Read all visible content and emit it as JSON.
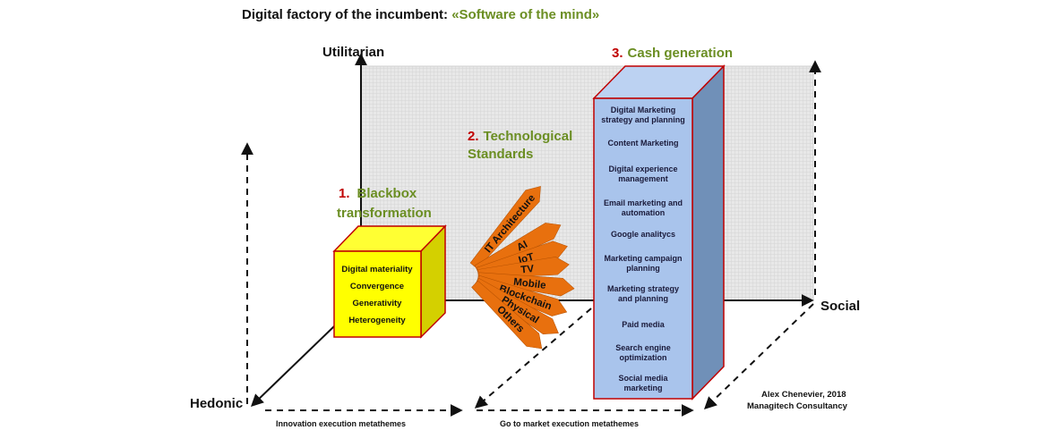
{
  "title": {
    "prefix": "Digital factory of the incumbent: ",
    "highlight": "«Software of the mind»"
  },
  "axes": {
    "vertical": "Utilitarian",
    "horizontal": "Social",
    "left": "Hedonic"
  },
  "section1": {
    "number": "1.",
    "title_line1": "Blackbox",
    "title_line2": "transformation",
    "items": [
      "Digital materiality",
      "Convergence",
      "Generativity",
      "Heterogeneity"
    ]
  },
  "section2": {
    "number": "2.",
    "title_line1": "Technological",
    "title_line2": "Standards",
    "rays": [
      "IT Architecture",
      "AI",
      "IoT",
      "TV",
      "Mobile",
      "Blockchain",
      "Physical",
      "Others"
    ]
  },
  "section3": {
    "number": "3.",
    "title": "Cash generation",
    "items": [
      [
        "Digital Marketing",
        "strategy and planning"
      ],
      [
        "Content Marketing"
      ],
      [
        "Digital experience",
        "management"
      ],
      [
        "Email marketing and",
        "automation"
      ],
      [
        "Google analitycs"
      ],
      [
        "Marketing campaign",
        "planning"
      ],
      [
        "Marketing strategy",
        "and planning"
      ],
      [
        "Paid media"
      ],
      [
        "Search engine",
        "optimization"
      ],
      [
        "Social media",
        "marketing"
      ]
    ]
  },
  "footer": {
    "innovation": "Innovation execution metathemes",
    "go_to_market": "Go to market execution metathemes"
  },
  "credit": {
    "author": "Alex Chenevier, 2018",
    "company": "Managitech Consultancy"
  },
  "colors": {
    "cube_face": "#ffff00",
    "cube_side": "#d4d000",
    "cube_border": "#c00000",
    "ray_fill": "#e8700e",
    "tower_front": "#a9c4ec",
    "tower_side": "#7090b8",
    "backdrop": "#e4e4e4"
  }
}
